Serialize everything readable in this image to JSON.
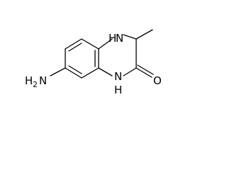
{
  "structure": {
    "atoms": {
      "amine_n": "N",
      "amine_h": "H",
      "amine_h_count": "2",
      "nh_top_h": "H",
      "nh_top_n": "N",
      "nh_bottom_h": "H",
      "nh_bottom_n": "N",
      "carbonyl_o": "O"
    },
    "methyl_label": "",
    "bond_color": "#000000",
    "background": "#ffffff"
  }
}
